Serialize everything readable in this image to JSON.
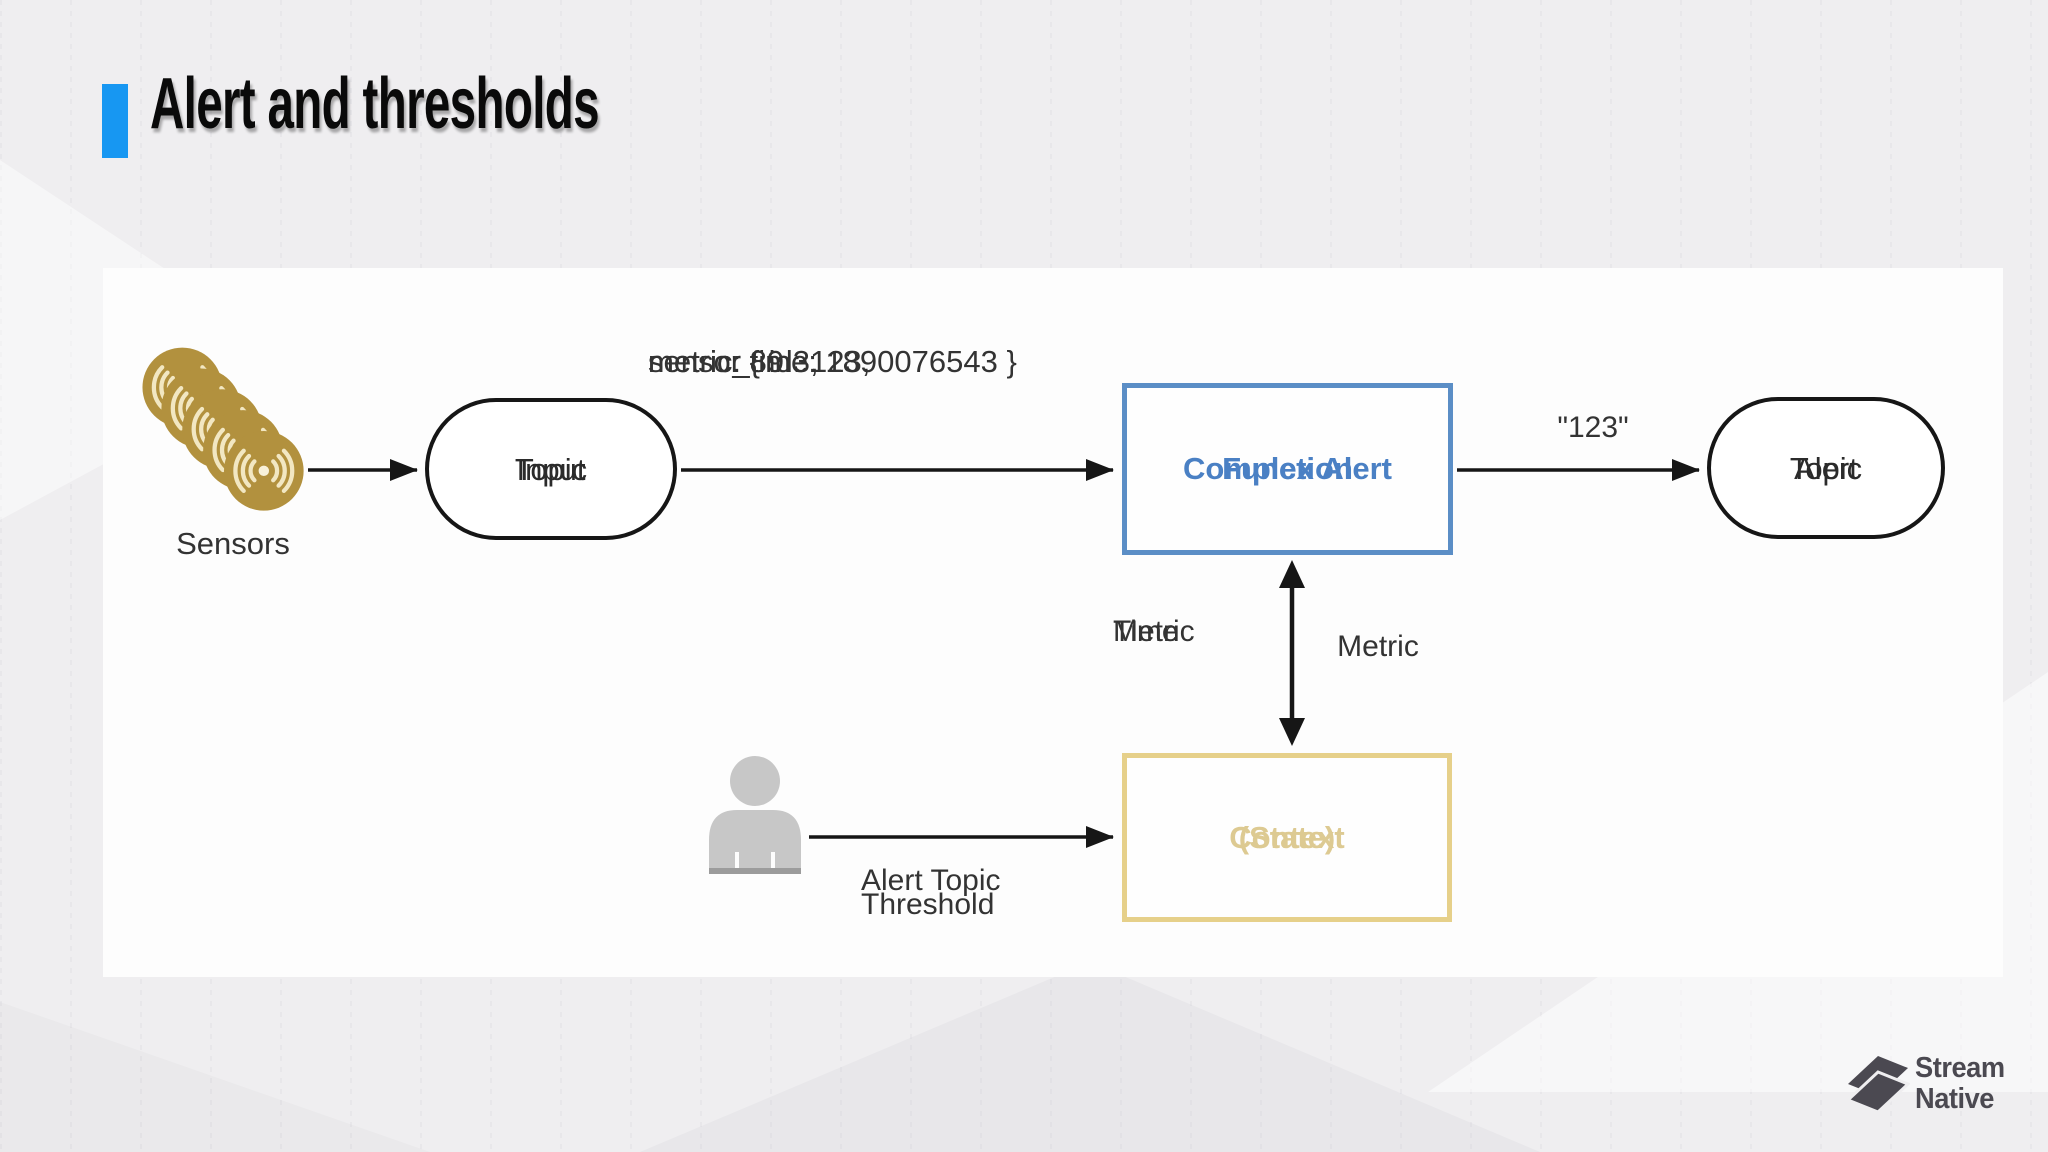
{
  "slide": {
    "title": "Alert and thresholds",
    "accent_color": "#1797f2",
    "background_color": "#efeef0"
  },
  "diagram": {
    "sensors": {
      "label": "Sensors",
      "icon_color": "#b2913e"
    },
    "input_topic": {
      "line1": "Input",
      "line2": "Topic"
    },
    "message": {
      "line1": "sensor { id: 123,",
      "line2": "metric: 89.3,",
      "line3": "metric_time: 1890076543 }"
    },
    "function_box": {
      "line1": "Complex Alert",
      "line2": "Function",
      "border_color": "#5b8ec6",
      "text_color": "#4a80c4"
    },
    "alert_id_label": "\"123\"",
    "alert_topic": {
      "line1": "Alert",
      "line2": "Topic"
    },
    "metric_time_label": {
      "line1": "Metric",
      "line2": "Time"
    },
    "metric_label": "Metric",
    "context_box": {
      "line1": "Context",
      "line2": "(State)",
      "border_color": "#e6d08a",
      "text_color": "#ddca92"
    },
    "threshold_label": {
      "line1": "Alert Topic",
      "line2": "Threshold"
    }
  },
  "logo": {
    "line1": "Stream",
    "line2": "Native",
    "color": "#4b4951"
  }
}
